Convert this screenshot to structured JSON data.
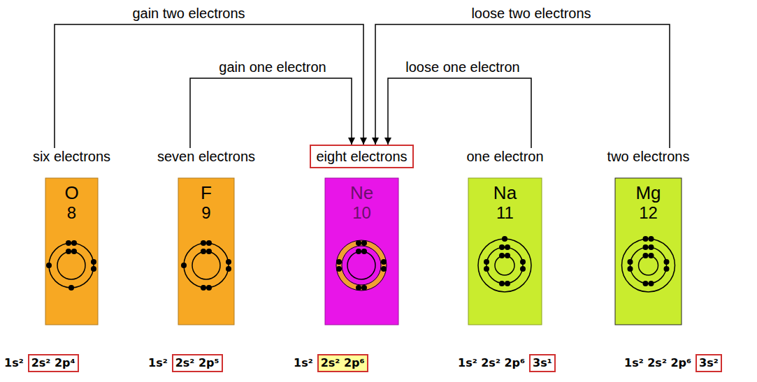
{
  "diagram": {
    "nodes": [
      {
        "text": [
          "six electrons",
          "O",
          "8"
        ]
      },
      {
        "text": [
          "seven electrons",
          "F",
          "9"
        ]
      },
      {
        "text": [
          "eight electrons"
        ]
      },
      {
        "text": [
          "Ne",
          "10"
        ]
      },
      {
        "text": [
          "one electron",
          "Na",
          "11"
        ]
      },
      {
        "text": [
          "two electrons",
          "Mg",
          "12"
        ]
      }
    ],
    "edges": [
      {
        "from": 0,
        "to": 2,
        "arrow": "to",
        "label": "gain two electrons"
      },
      {
        "from": 1,
        "to": 2,
        "arrow": "to",
        "label": "gain one electron"
      },
      {
        "from": 4,
        "to": 2,
        "arrow": "to",
        "label": "loose one electron"
      },
      {
        "from": 5,
        "to": 2,
        "arrow": "to",
        "label": "loose two electrons"
      }
    ],
    "labels": [
      "1s²",
      "2s² 2p⁴",
      "1s²",
      "2s² 2p⁵",
      "1s²",
      "2s² 2p⁶",
      "1s² 2s² 2p⁶",
      "3s¹",
      "1s² 2s² 2p⁶",
      "3s²"
    ]
  }
}
